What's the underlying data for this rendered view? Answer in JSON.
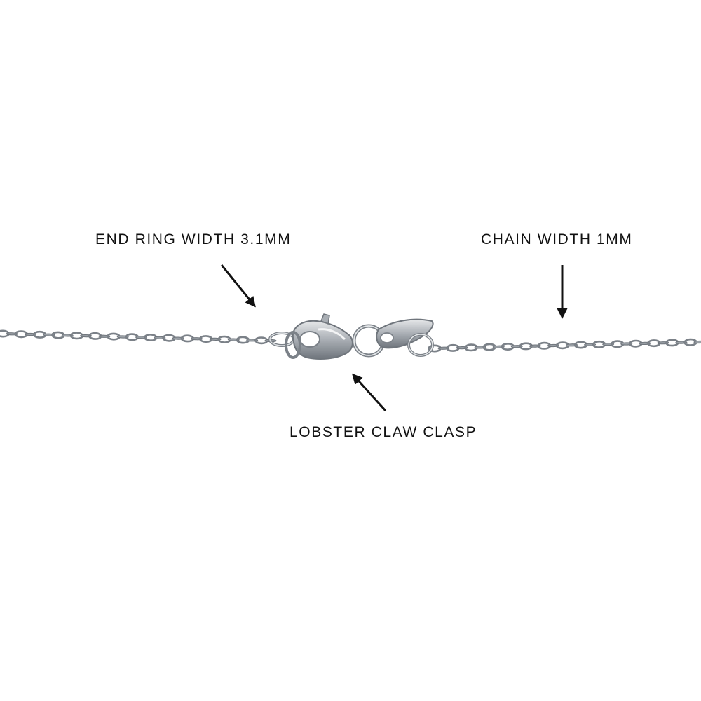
{
  "annotations": {
    "end_ring": "END RING WIDTH 3.1MM",
    "chain_width": "CHAIN WIDTH 1MM",
    "clasp": "LOBSTER CLAW CLASP"
  },
  "colors": {
    "background": "#ffffff",
    "text": "#111111",
    "arrow": "#111111",
    "metal_dark": "#6f757c",
    "metal_mid": "#a9aeb4",
    "metal_light": "#e6e8ea"
  }
}
